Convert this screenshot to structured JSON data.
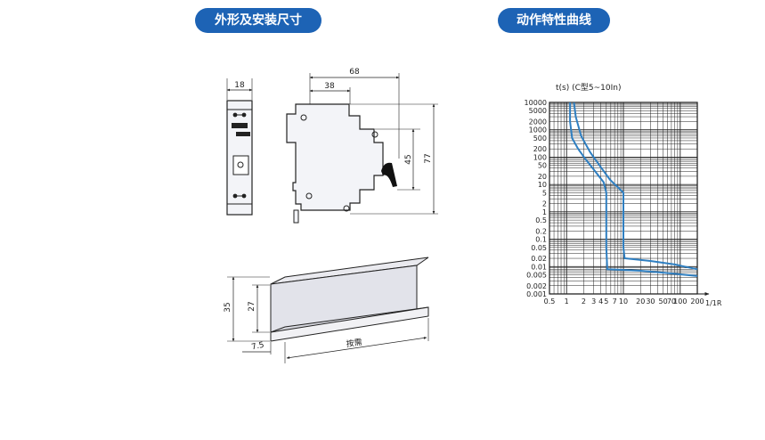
{
  "headers": {
    "left": "外形及安装尺寸",
    "right": "动作特性曲线"
  },
  "dimensions": {
    "front_width": "18",
    "side_total_width": "68",
    "side_partial_width": "38",
    "side_inner_height": "45",
    "side_total_height": "77",
    "rail_height_outer": "35",
    "rail_height_inner": "27",
    "rail_lip": "7.5",
    "rail_length": "按需"
  },
  "chart_data": {
    "type": "line",
    "title": "t(s)  (C型5~10In)",
    "xlabel": "1/1R",
    "ylabel": "t(s)",
    "x_scale": "log",
    "y_scale": "log",
    "xlim": [
      0.5,
      200
    ],
    "ylim": [
      0.001,
      10000
    ],
    "x_ticks": [
      "0.5",
      "1",
      "2",
      "3",
      "4",
      "5",
      "7",
      "10",
      "20",
      "30",
      "50",
      "70",
      "100",
      "200"
    ],
    "x_tick_values": [
      0.5,
      1,
      2,
      3,
      4,
      5,
      7,
      10,
      20,
      30,
      50,
      70,
      100,
      200
    ],
    "y_ticks": [
      "10000",
      "5000",
      "2000",
      "1000",
      "500",
      "200",
      "100",
      "50",
      "20",
      "10",
      "5",
      "2",
      "1",
      "0.5",
      "0.2",
      "0.1",
      "0.05",
      "0.02",
      "0.01",
      "0.005",
      "0.002",
      "0.001"
    ],
    "y_tick_values": [
      10000,
      5000,
      2000,
      1000,
      500,
      200,
      100,
      50,
      20,
      10,
      5,
      2,
      1,
      0.5,
      0.2,
      0.1,
      0.05,
      0.02,
      0.01,
      0.005,
      0.002,
      0.001
    ],
    "grid": true,
    "line_color": "#2f7fc1",
    "series": [
      {
        "x": [
          1.15,
          1.15,
          1.25,
          1.6,
          2.2,
          3.2,
          4.5,
          5.0,
          5.0,
          5.0,
          5.2,
          20,
          50,
          200
        ],
        "y": [
          10000,
          2000,
          500,
          200,
          80,
          30,
          12,
          5,
          1,
          0.05,
          0.008,
          0.007,
          0.006,
          0.0045
        ]
      },
      {
        "x": [
          1.35,
          1.45,
          1.8,
          2.6,
          3.8,
          5.8,
          8.5,
          10,
          10,
          10,
          10.5,
          30,
          80,
          200
        ],
        "y": [
          10000,
          3000,
          600,
          150,
          50,
          15,
          7,
          5,
          1,
          0.05,
          0.02,
          0.016,
          0.012,
          0.008
        ]
      }
    ]
  }
}
